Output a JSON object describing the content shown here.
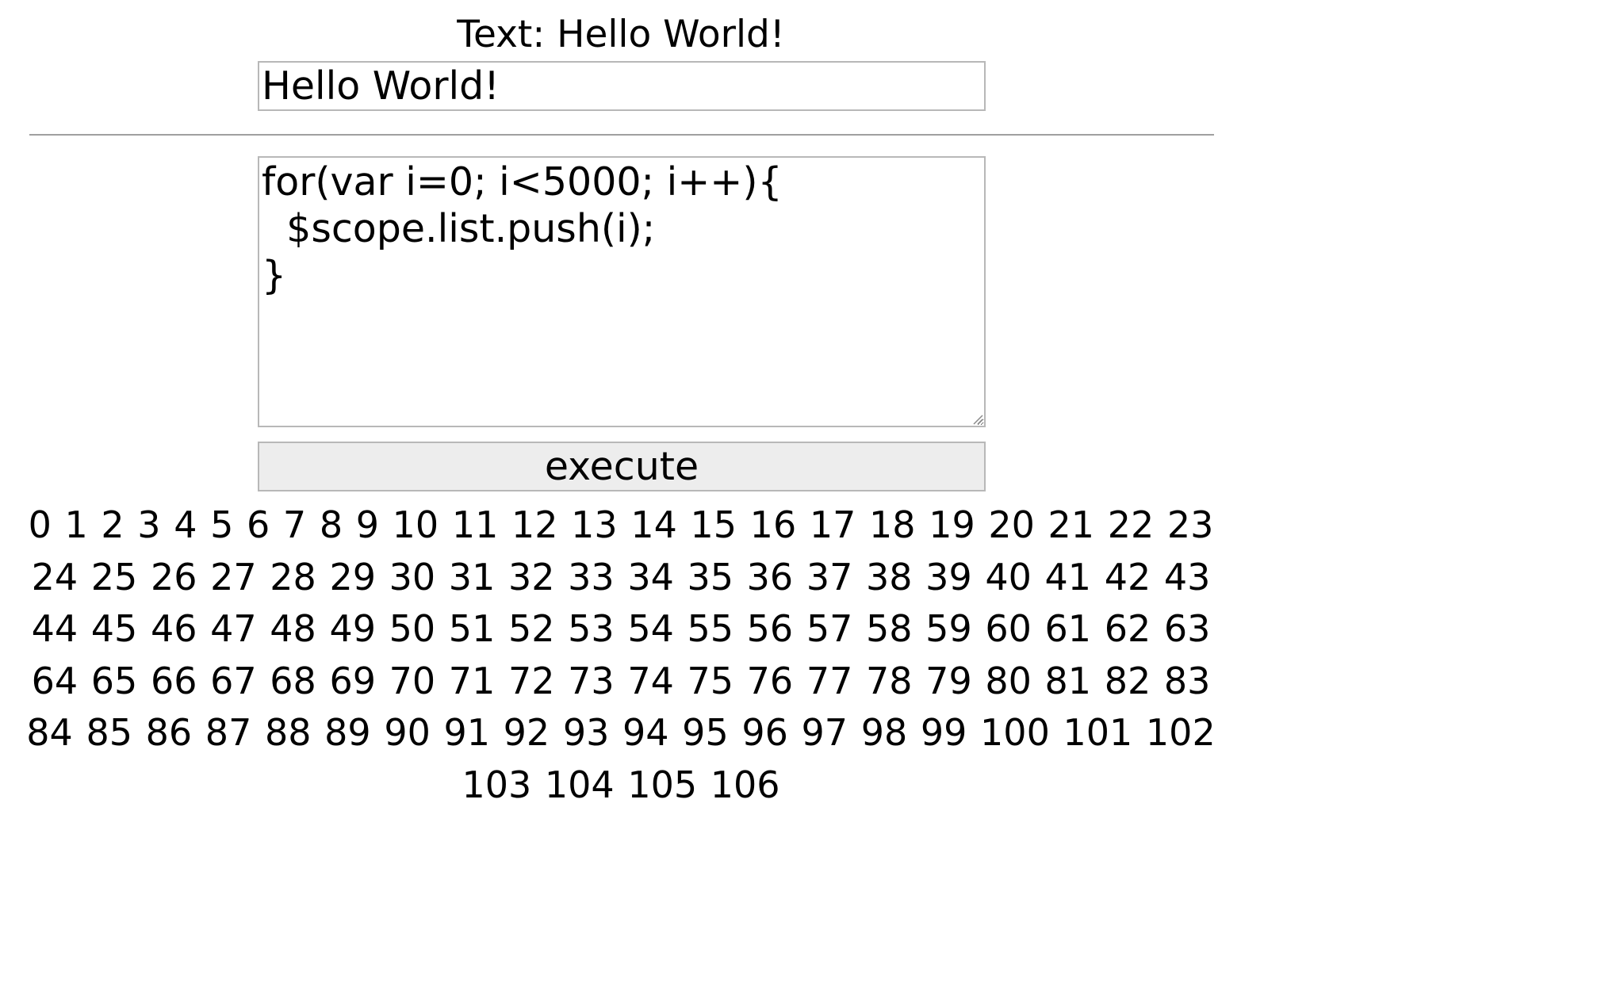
{
  "header": {
    "text_label": "Text: Hello World!"
  },
  "text_input": {
    "value": "Hello World!"
  },
  "code_editor": {
    "value": "for(var i=0; i<5000; i++){\n  $scope.list.push(i);\n}"
  },
  "execute_button": {
    "label": "execute"
  },
  "list": {
    "items": [
      "0",
      "1",
      "2",
      "3",
      "4",
      "5",
      "6",
      "7",
      "8",
      "9",
      "10",
      "11",
      "12",
      "13",
      "14",
      "15",
      "16",
      "17",
      "18",
      "19",
      "20",
      "21",
      "22",
      "23",
      "24",
      "25",
      "26",
      "27",
      "28",
      "29",
      "30",
      "31",
      "32",
      "33",
      "34",
      "35",
      "36",
      "37",
      "38",
      "39",
      "40",
      "41",
      "42",
      "43",
      "44",
      "45",
      "46",
      "47",
      "48",
      "49",
      "50",
      "51",
      "52",
      "53",
      "54",
      "55",
      "56",
      "57",
      "58",
      "59",
      "60",
      "61",
      "62",
      "63",
      "64",
      "65",
      "66",
      "67",
      "68",
      "69",
      "70",
      "71",
      "72",
      "73",
      "74",
      "75",
      "76",
      "77",
      "78",
      "79",
      "80",
      "81",
      "82",
      "83",
      "84",
      "85",
      "86",
      "87",
      "88",
      "89",
      "90",
      "91",
      "92",
      "93",
      "94",
      "95",
      "96",
      "97",
      "98",
      "99",
      "100",
      "101",
      "102",
      "103",
      "104",
      "105",
      "106"
    ]
  }
}
